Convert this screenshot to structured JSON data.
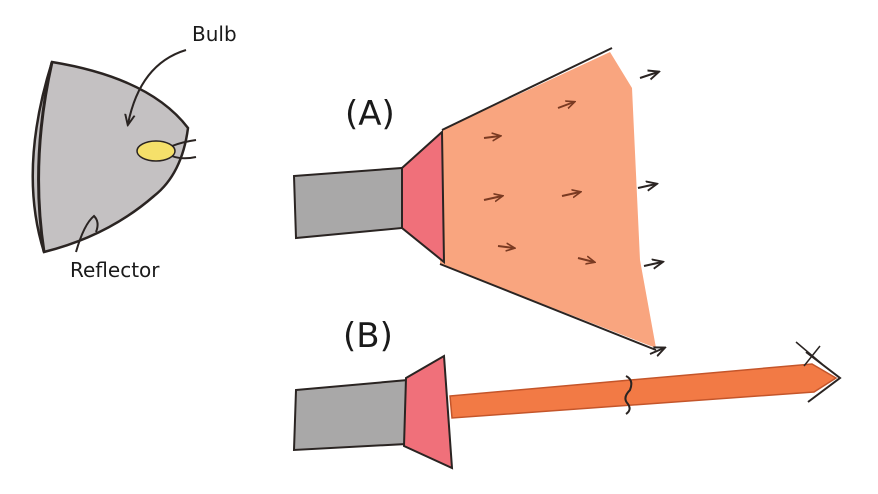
{
  "labels": {
    "bulb": "Bulb",
    "reflector": "Reflector",
    "diagram_a": "(A)",
    "diagram_b": "(B)"
  },
  "colors": {
    "housing_gray": "#a9a8a8",
    "reflector_gray": "#c4c1c2",
    "lens_pink": "#f0707a",
    "beam_spread": "#f9a57f",
    "beam_laser": "#f27a45",
    "bulb_yellow": "#f5e06a",
    "stroke": "#2a2422",
    "arrow_brown": "#7a3a22"
  }
}
